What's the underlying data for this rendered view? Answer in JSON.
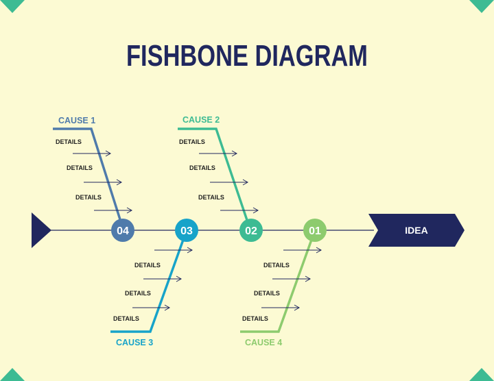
{
  "title": "FISHBONE DIAGRAM",
  "head": {
    "label": "IDEA",
    "color": "#20275e"
  },
  "spine_color": "#20275e",
  "corner_color": "#3dbb93",
  "detail_label": "DETAILS",
  "causes": [
    {
      "id": "cause1",
      "label": "CAUSE 1",
      "number": "04",
      "color": "#4f7bab",
      "details": [
        "DETAILS",
        "DETAILS",
        "DETAILS"
      ]
    },
    {
      "id": "cause2",
      "label": "CAUSE 2",
      "number": "02",
      "color": "#3dbb93",
      "details": [
        "DETAILS",
        "DETAILS",
        "DETAILS"
      ]
    },
    {
      "id": "cause3",
      "label": "CAUSE 3",
      "number": "03",
      "color": "#17a3c9",
      "details": [
        "DETAILS",
        "DETAILS",
        "DETAILS"
      ]
    },
    {
      "id": "cause4",
      "label": "CAUSE 4",
      "number": "01",
      "color": "#8dcb6e",
      "details": [
        "DETAILS",
        "DETAILS",
        "DETAILS"
      ]
    }
  ]
}
